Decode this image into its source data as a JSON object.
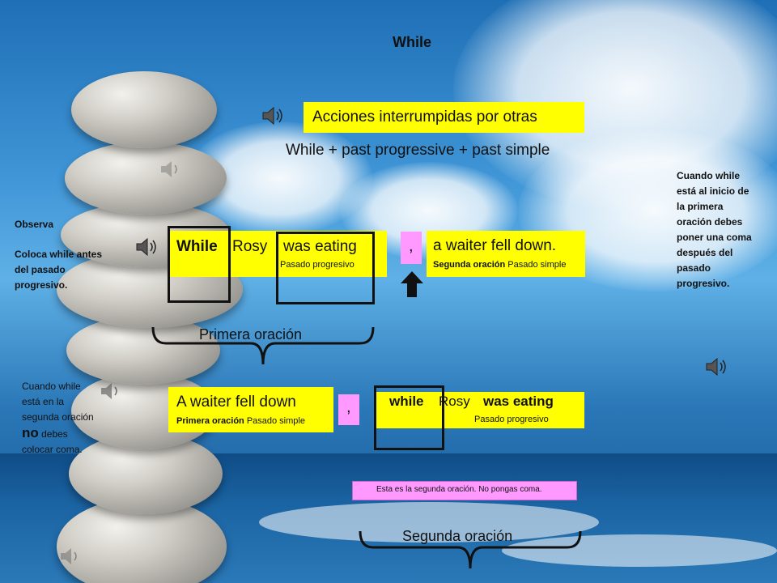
{
  "title": "While",
  "header_box": "Acciones interrumpidas por otras",
  "formula": "While  + past progressive + past simple",
  "left_note": {
    "line1": "Observa",
    "line2": "Coloca while antes del pasado progresivo."
  },
  "right_note": "Cuando while está al inicio de la primera oración debes poner una coma después del pasado progresivo.",
  "example1": {
    "word_while": "While",
    "subject": "Rosy",
    "verb": "was eating",
    "verb_caption": "Pasado progresivo",
    "comma": ",",
    "clause2": "a waiter fell down.",
    "clause2_caption_bold": "Segunda oración",
    "clause2_caption": " Pasado simple",
    "brace_label": "Primera oración"
  },
  "bottom_left_note": {
    "part1": "Cuando while está en la segunda oración ",
    "part2": "no",
    "part3": " debes colocar coma."
  },
  "example2": {
    "clause1": "A waiter fell down",
    "clause1_caption_bold": "Primera oración",
    "clause1_caption": "  Pasado simple",
    "comma": ",",
    "word_while": "while",
    "subject": " Rosy",
    "verb": "was eating",
    "verb_caption": "Pasado progresivo",
    "hint": "Esta es la segunda oración. No pongas coma.",
    "brace_label": "Segunda oración"
  },
  "colors": {
    "highlight": "#ffff00",
    "pink": "#ff99ff"
  }
}
